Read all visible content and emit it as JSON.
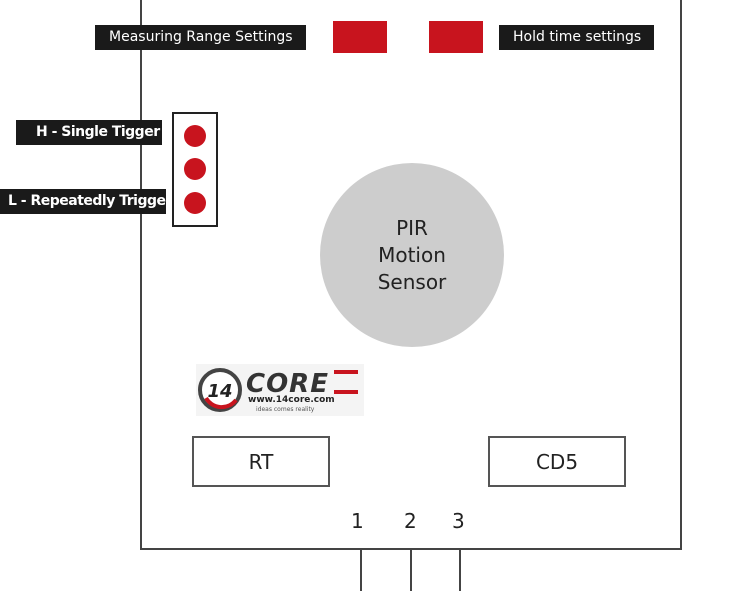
{
  "labels": {
    "range": "Measuring Range Settings",
    "hold": "Hold time settings",
    "h_trigger": "H - Single Tigger",
    "l_trigger": "L - Repeatedly Trigger"
  },
  "sensor": {
    "line1": "PIR",
    "line2": "Motion",
    "line3": "Sensor"
  },
  "components": {
    "rt": "RT",
    "cd5": "CD5"
  },
  "pins": [
    "1",
    "2",
    "3"
  ],
  "logo": {
    "mark": "14",
    "word": "CORE",
    "url": "www.14core.com",
    "tagline": "ideas comes reality"
  },
  "colors": {
    "accent": "#c8141e",
    "label_bg": "#1a1a1a",
    "sensor": "#cdcdcd"
  }
}
